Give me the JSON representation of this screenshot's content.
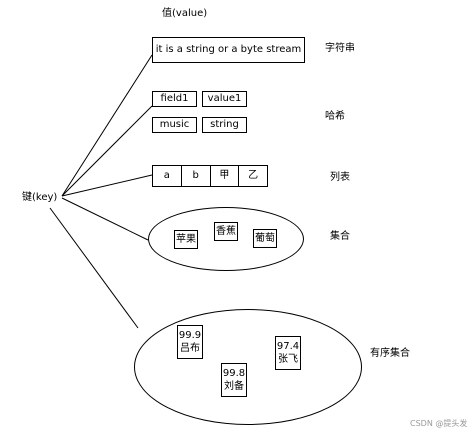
{
  "header": {
    "value_title": "值(value)"
  },
  "key": {
    "label": "键(key)"
  },
  "string_type": {
    "value": "it is a string or a byte stream",
    "type_label": "字符串"
  },
  "hash_type": {
    "pairs": [
      [
        "field1",
        "value1"
      ],
      [
        "music",
        "string"
      ]
    ],
    "type_label": "哈希"
  },
  "list_type": {
    "items": [
      "a",
      "b",
      "甲",
      "乙"
    ],
    "type_label": "列表"
  },
  "set_type": {
    "members": [
      "苹果",
      "香蕉",
      "葡萄"
    ],
    "type_label": "集合"
  },
  "zset_type": {
    "members": [
      {
        "score": "99.9",
        "name": "吕布"
      },
      {
        "score": "99.8",
        "name": "刘备"
      },
      {
        "score": "97.4",
        "name": "张飞"
      }
    ],
    "type_label": "有序集合"
  },
  "watermark": {
    "text": "CSDN @提头发"
  }
}
